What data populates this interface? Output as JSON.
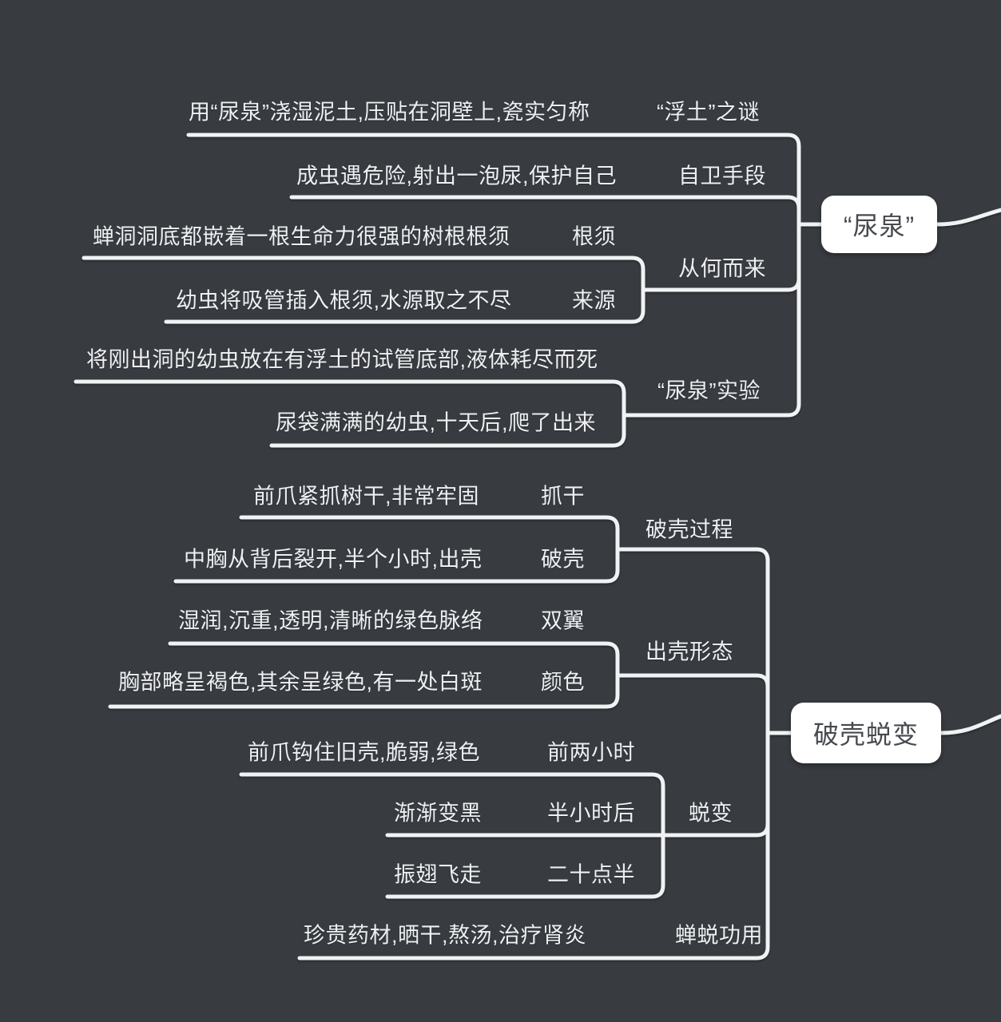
{
  "canvas": {
    "background_color": "#383b40",
    "line_color": "#f1f2f3",
    "node_fill_color": "#ffffff",
    "node_text_color": "#46494e",
    "topic_text_color": "#eef0f2"
  },
  "tree": [
    {
      "topic": "“尿泉”",
      "children": [
        {
          "label": "“浮土”之谜",
          "children": [
            {
              "label": "用“尿泉”浇湿泥土,压贴在洞壁上,瓷实匀称"
            }
          ]
        },
        {
          "label": "自卫手段",
          "children": [
            {
              "label": "成虫遇危险,射出一泡尿,保护自己"
            }
          ]
        },
        {
          "label": "从何而来",
          "children": [
            {
              "label": "根须",
              "children": [
                {
                  "label": "蝉洞洞底都嵌着一根生命力很强的树根根须"
                }
              ]
            },
            {
              "label": "来源",
              "children": [
                {
                  "label": "幼虫将吸管插入根须,水源取之不尽"
                }
              ]
            }
          ]
        },
        {
          "label": "“尿泉”实验",
          "children": [
            {
              "label": "将刚出洞的幼虫放在有浮土的试管底部,液体耗尽而死"
            },
            {
              "label": "尿袋满满的幼虫,十天后,爬了出来"
            }
          ]
        }
      ]
    },
    {
      "topic": "破壳蜕变",
      "children": [
        {
          "label": "破壳过程",
          "children": [
            {
              "label": "抓干",
              "children": [
                {
                  "label": "前爪紧抓树干,非常牢固"
                }
              ]
            },
            {
              "label": "破壳",
              "children": [
                {
                  "label": "中胸从背后裂开,半个小时,出壳"
                }
              ]
            }
          ]
        },
        {
          "label": "出壳形态",
          "children": [
            {
              "label": "双翼",
              "children": [
                {
                  "label": "湿润,沉重,透明,清晰的绿色脉络"
                }
              ]
            },
            {
              "label": "颜色",
              "children": [
                {
                  "label": "胸部略呈褐色,其余呈绿色,有一处白斑"
                }
              ]
            }
          ]
        },
        {
          "label": "蜕变",
          "children": [
            {
              "label": "前两小时",
              "children": [
                {
                  "label": "前爪钩住旧壳,脆弱,绿色"
                }
              ]
            },
            {
              "label": "半小时后",
              "children": [
                {
                  "label": "渐渐变黑"
                }
              ]
            },
            {
              "label": "二十点半",
              "children": [
                {
                  "label": "振翅飞走"
                }
              ]
            }
          ]
        },
        {
          "label": "蝉蜕功用",
          "children": [
            {
              "label": "珍贵药材,晒干,熬汤,治疗肾炎"
            }
          ]
        }
      ]
    }
  ]
}
